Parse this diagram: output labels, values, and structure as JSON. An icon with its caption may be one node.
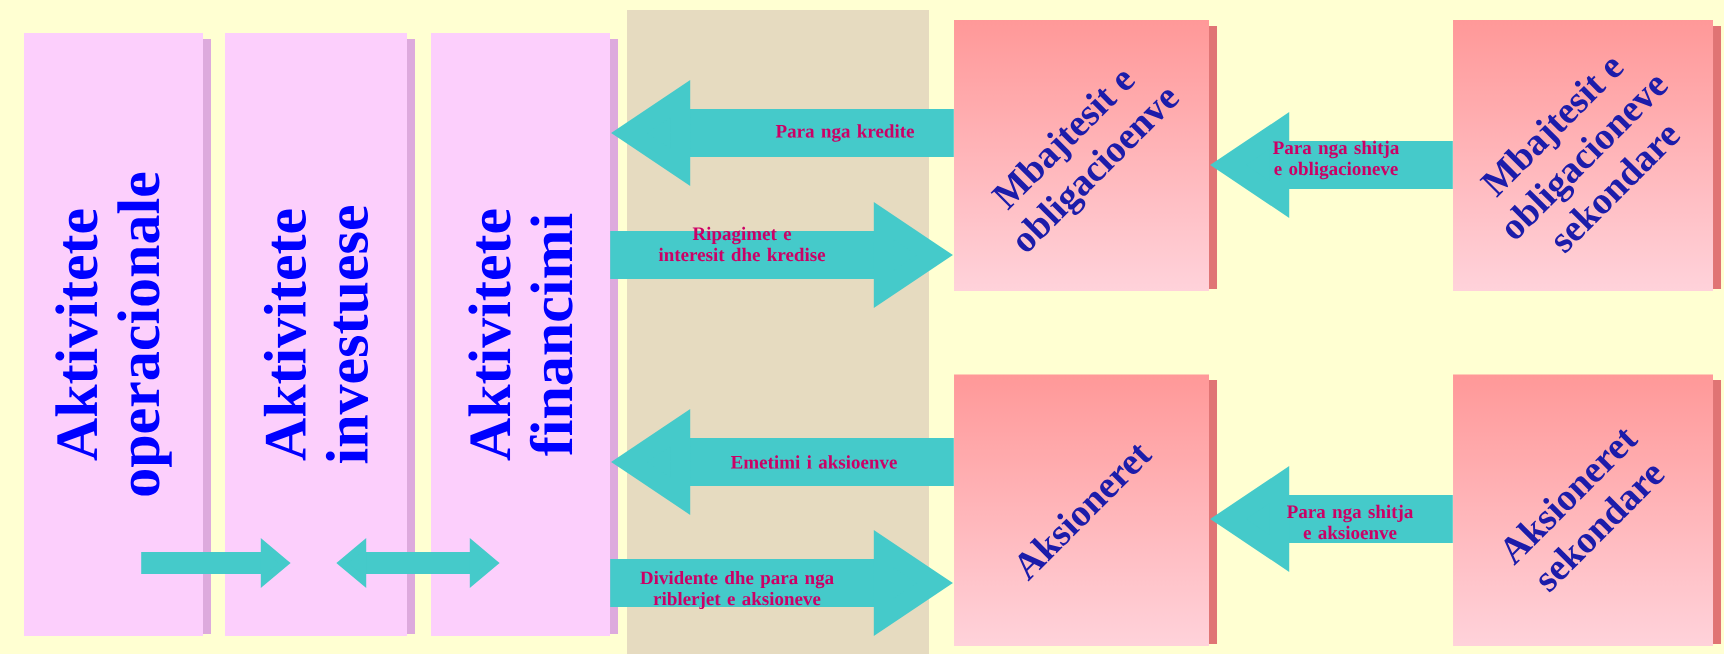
{
  "diagram": {
    "nodes": [
      {
        "text": [
          "Aktivitete operacionale"
        ]
      },
      {
        "text": [
          "Aktivitete investuese"
        ]
      },
      {
        "text": [
          "Aktivitete financimi"
        ]
      },
      {
        "text": [
          "Mbajtesit e obligacioenve"
        ]
      },
      {
        "text": [
          "Mbajtesit e obligacioneve sekondare"
        ]
      },
      {
        "text": [
          "Aksioneret"
        ]
      },
      {
        "text": [
          "Aksioneret sekondare"
        ]
      }
    ],
    "edges": [
      {
        "from": 3,
        "to": 2,
        "arrow": "to",
        "label": "Para nga kredite"
      },
      {
        "from": 2,
        "to": 3,
        "arrow": "to",
        "label": "Ripagimet e interesit dhe kredise"
      },
      {
        "from": 4,
        "to": 3,
        "arrow": "to",
        "label": "Para nga shitja e obligacioneve"
      },
      {
        "from": 5,
        "to": 2,
        "arrow": "to",
        "label": "Emetimi i aksioenve"
      },
      {
        "from": 2,
        "to": 5,
        "arrow": "to",
        "label": "Dividente dhe para nga riblerjet e aksioneve"
      },
      {
        "from": 6,
        "to": 5,
        "arrow": "to",
        "label": "Para nga shitja e aksioenve"
      },
      {
        "from": 0,
        "to": 1,
        "arrow": "to"
      },
      {
        "from": 1,
        "to": 2,
        "arrow": "both"
      }
    ]
  }
}
